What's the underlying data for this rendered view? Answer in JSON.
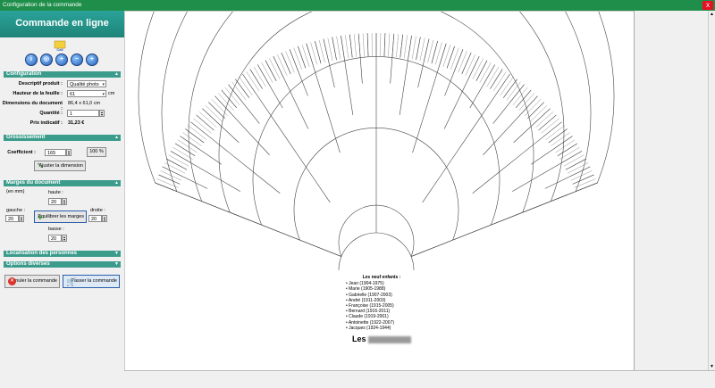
{
  "window": {
    "title": "Configuration de la commande",
    "close": "x"
  },
  "sidebar": {
    "header": "Commande en ligne",
    "zoom_buttons": [
      "ⓘ",
      "⊖",
      "⊕",
      "⊖",
      "⊕"
    ],
    "sections": {
      "configuration": "Configuration",
      "grossissement": "Grossissement",
      "marges": "Marges du document",
      "localisation": "Localisation des personnes",
      "options": "Options diverses"
    },
    "config": {
      "descriptif_label": "Descriptif produit :",
      "descriptif_value": "Qualité photo",
      "hauteur_label": "Hauteur de la feuille :",
      "hauteur_value": "61",
      "hauteur_unit": "cm",
      "dimensions_label": "Dimensions du document :",
      "dimensions_value": "86,4 x 61,0 cm",
      "quantite_label": "Quantité :",
      "quantite_value": "1",
      "prix_label": "Prix indicatif :",
      "prix_value": "31,23 €"
    },
    "grossissement": {
      "coef_label": "Coefficient :",
      "coef_value": "165",
      "pct_button": "100 %",
      "ajuster_button": "Ajuster la dimension"
    },
    "marges": {
      "unit_note": "(en mm)",
      "haute_label": "haute :",
      "haute_value": "20",
      "gauche_label": "gauche :",
      "gauche_value": "20",
      "droite_label": "droite :",
      "droite_value": "20",
      "basse_label": "basse :",
      "basse_value": "20",
      "equilibrer_button": "Equilibrer les marges"
    },
    "actions": {
      "annuler": "Annuler la commande",
      "passer": "Passer la commande"
    }
  },
  "preview": {
    "siblings_title": "Les neuf enfants :",
    "siblings": [
      "Jean (1904-1975)",
      "Marie (1905-1988)",
      "Gabrielle (1907-2003)",
      "André (1911-2003)",
      "Françoise (1915-2005)",
      "Bernard (1916-2011)",
      "Claude (1919-2001)",
      "Antoinette (1922-2007)",
      "Jacques (1924-1944)"
    ],
    "family_title": "Les"
  },
  "colors": {
    "titlebar": "#1e8e4a",
    "header": "#2aa39a",
    "section": "#3c9c8c"
  }
}
